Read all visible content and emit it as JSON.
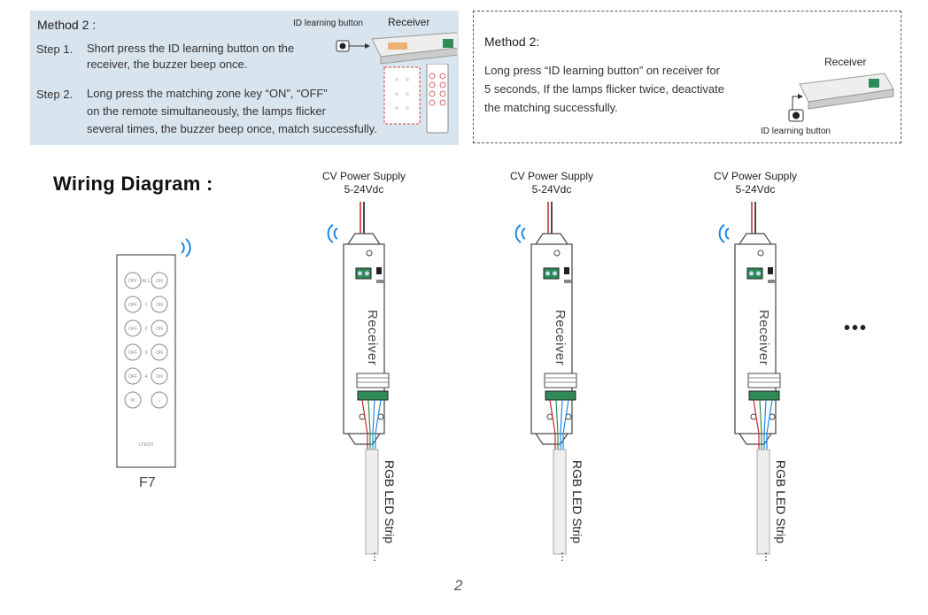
{
  "method1": {
    "title": "Method 2 :",
    "receiver_label": "Receiver",
    "id_button_label": "ID learning button",
    "step1_label": "Step 1.",
    "step1_line1": "Short press the ID learning button on the",
    "step1_line2": "receiver, the buzzer beep once.",
    "step2_label": "Step 2.",
    "step2_line1": "Long press the matching zone key “ON”, “OFF”",
    "step2_line2": "on the remote simultaneously, the lamps flicker",
    "step2_line3": "several times, the buzzer beep once, match successfully."
  },
  "method2": {
    "title": "Method 2:",
    "line1": "Long press “ID learning button” on receiver for",
    "line2": "5 seconds, If the lamps flicker twice, deactivate",
    "line3": "the matching successfully.",
    "receiver_label": "Receiver",
    "id_button_label": "ID learning button"
  },
  "wiring": {
    "title": "Wiring Diagram :",
    "remote_model": "F7",
    "remote_brand": "LTECH",
    "remote_buttons": [
      {
        "left": "OFF",
        "right": "ON",
        "zone": "ALL"
      },
      {
        "left": "OFF",
        "right": "ON",
        "zone": "1"
      },
      {
        "left": "OFF",
        "right": "ON",
        "zone": "2"
      },
      {
        "left": "OFF",
        "right": "ON",
        "zone": "3"
      },
      {
        "left": "OFF",
        "right": "ON",
        "zone": "4"
      },
      {
        "left": "M",
        "right": "☼",
        "zone": ""
      }
    ],
    "power_supply_line1": "CV Power Supply",
    "power_supply_line2": "5-24Vdc",
    "receiver_text": "Receiver",
    "strip_text": "RGB LED Strip",
    "continuation": "•••",
    "strip_ellipsis": "⋮"
  },
  "page_number": "2",
  "colors": {
    "panel_bg": "#d8e4ee",
    "terminal_green": "#2e8b57",
    "wire_red": "#c62828",
    "wifi_blue": "#1e88e5"
  }
}
